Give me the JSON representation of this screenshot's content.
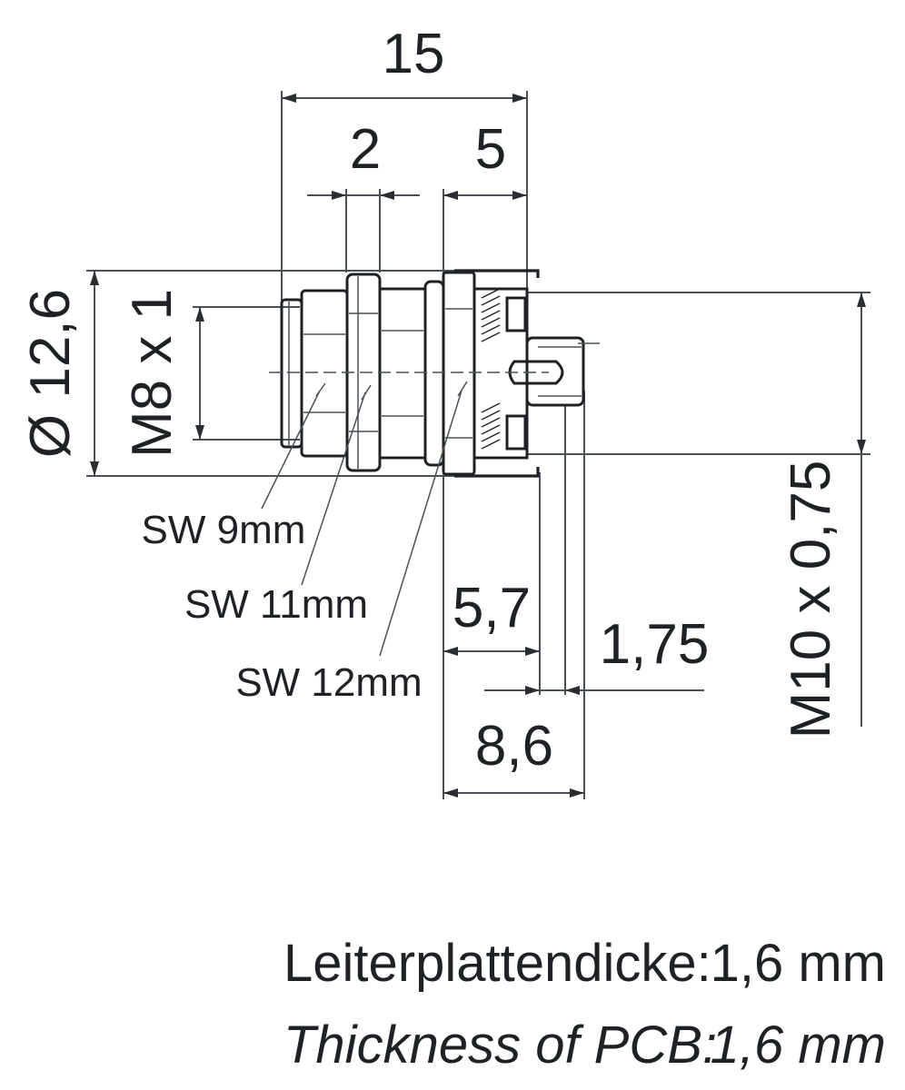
{
  "dimensions": {
    "overall_length": "15",
    "nut_width": "2",
    "rear_section": "5",
    "outer_diameter": "Ø 12,6",
    "thread_front": "M8 x 1",
    "thread_rear": "M10 x 0,75",
    "depth_5_7": "5,7",
    "depth_8_6": "8,6",
    "pin_offset": "1,75"
  },
  "wrench_sizes": {
    "sw9": "SW 9mm",
    "sw11": "SW 11mm",
    "sw12": "SW 12mm"
  },
  "pcb": {
    "label_de": "Leiterplattendicke:",
    "value_de": "1,6 mm",
    "label_en": "Thickness of PCB:",
    "value_en": "1,6 mm"
  }
}
